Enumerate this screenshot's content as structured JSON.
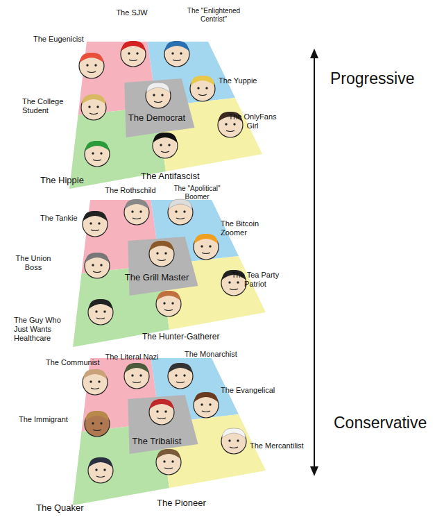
{
  "diagram": {
    "nodes": [
      {
        "text": [
          "The Eugenicist"
        ]
      },
      {
        "text": [
          "The SJW"
        ]
      },
      {
        "text": [
          "The \"Enlightened Centrist\""
        ]
      },
      {
        "text": [
          "The Yuppie"
        ]
      },
      {
        "text": [
          "The College Student"
        ]
      },
      {
        "text": [
          "The Democrat"
        ]
      },
      {
        "text": [
          "The OnlyFans Girl"
        ]
      },
      {
        "text": [
          "The Hippie"
        ]
      },
      {
        "text": [
          "The Antifascist"
        ]
      },
      {
        "text": [
          "The Rothschild"
        ]
      },
      {
        "text": [
          "The \"Apolitical\" Boomer"
        ]
      },
      {
        "text": [
          "The Tankie"
        ]
      },
      {
        "text": [
          "The Bitcoin Zoomer"
        ]
      },
      {
        "text": [
          "The Union Boss"
        ]
      },
      {
        "text": [
          "The Grill Master"
        ]
      },
      {
        "text": [
          "The Tea Party Patriot"
        ]
      },
      {
        "text": [
          "The Guy Who Just Wants Healthcare"
        ]
      },
      {
        "text": [
          "The Hunter-Gatherer"
        ]
      },
      {
        "text": [
          "The Literal Nazi"
        ]
      },
      {
        "text": [
          "The Communist"
        ]
      },
      {
        "text": [
          "The Monarchist"
        ]
      },
      {
        "text": [
          "The Evangelical"
        ]
      },
      {
        "text": [
          "The Immigrant"
        ]
      },
      {
        "text": [
          "The Tribalist"
        ]
      },
      {
        "text": [
          "The Mercantilist"
        ]
      },
      {
        "text": [
          "The Quaker"
        ]
      },
      {
        "text": [
          "The Pioneer"
        ]
      }
    ],
    "labels": [
      "Progressive",
      "Conservative"
    ]
  }
}
